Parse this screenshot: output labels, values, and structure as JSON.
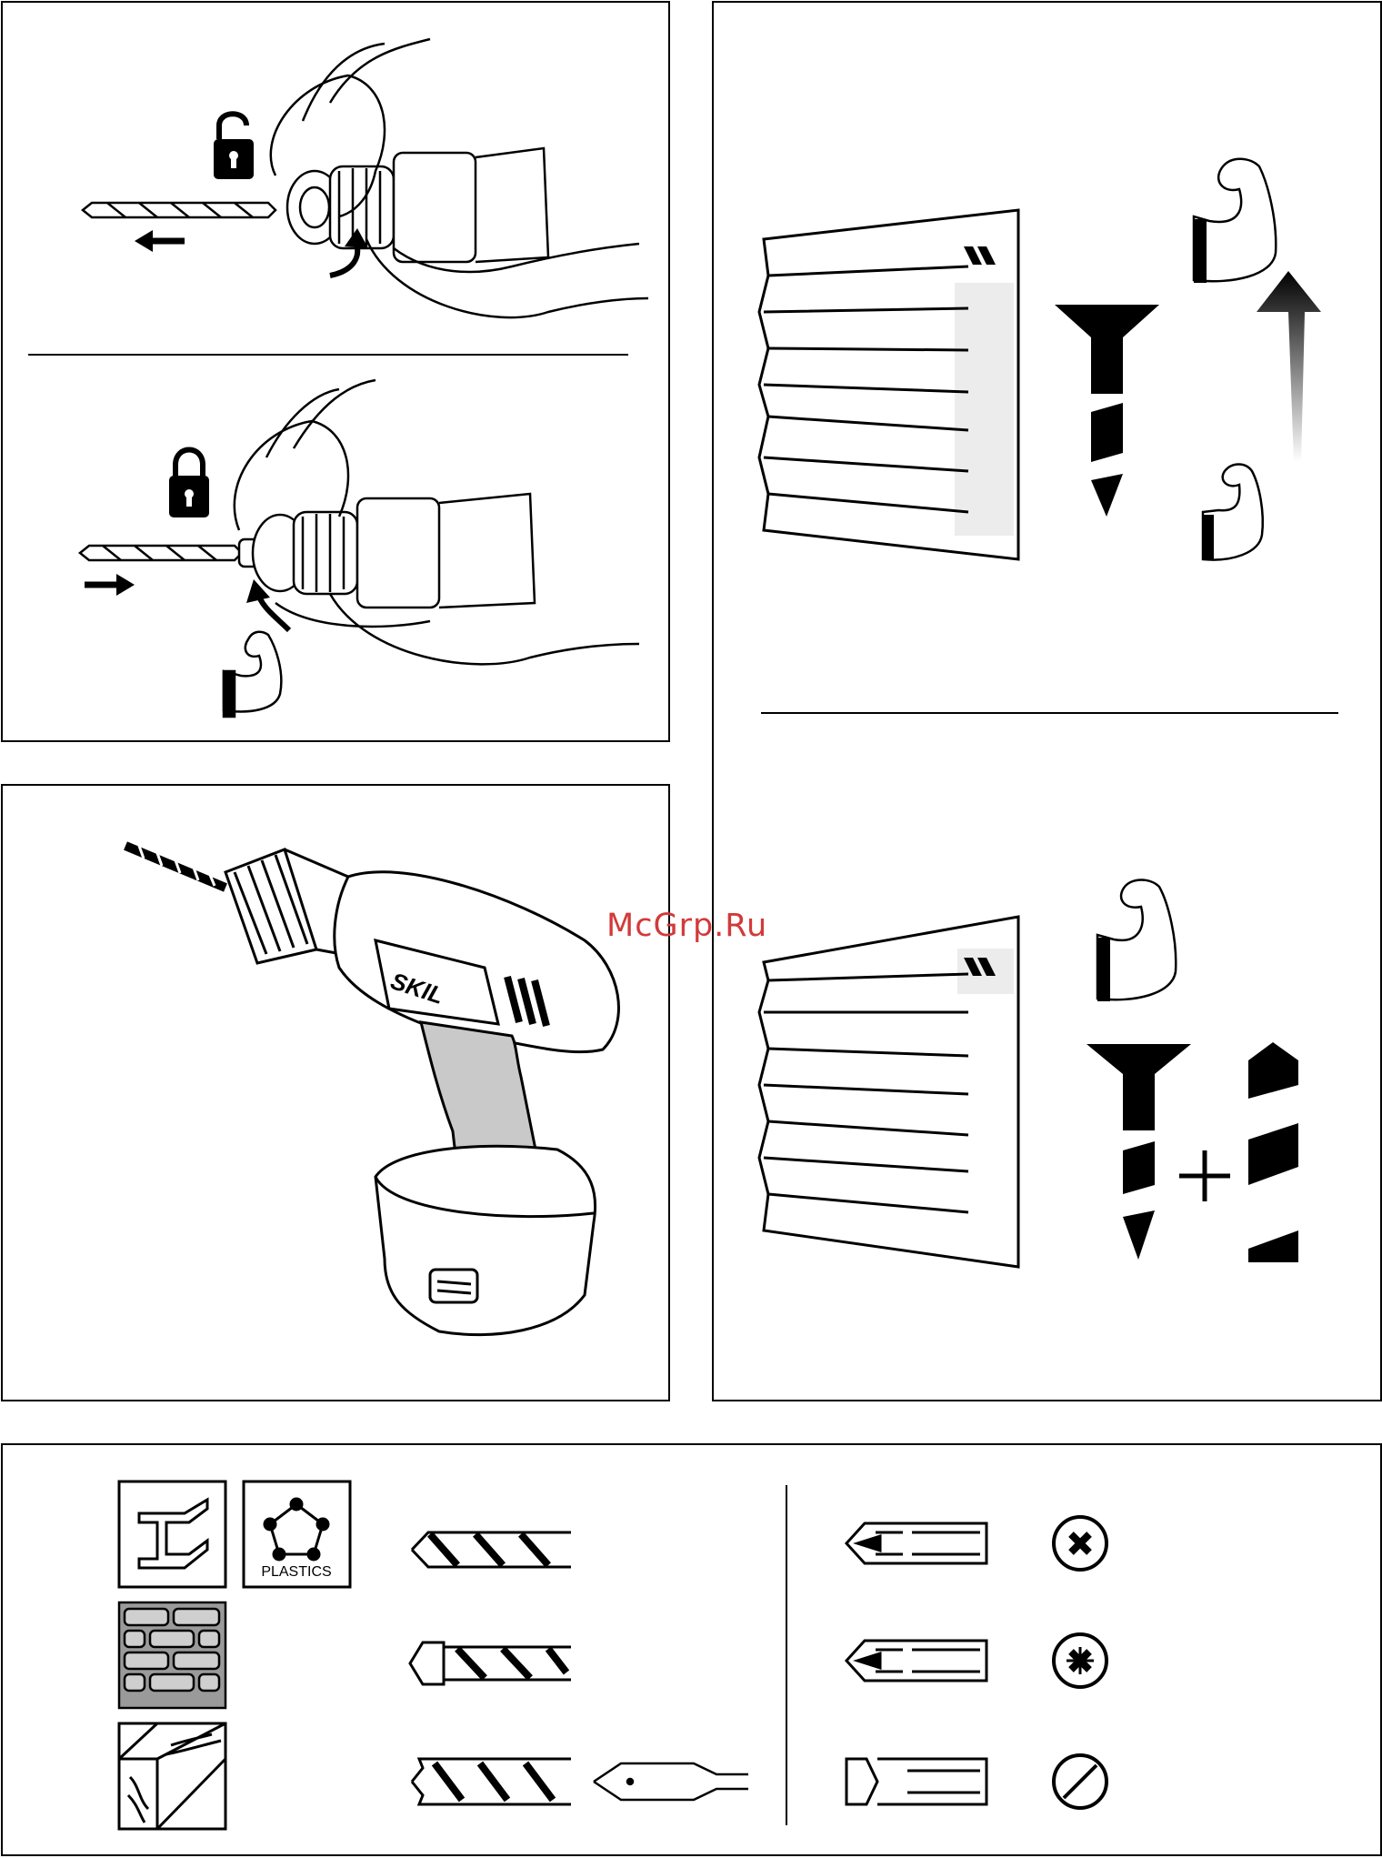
{
  "watermark": "McGrp.Ru",
  "drill_brand": "SKIL",
  "materials": {
    "plastics_label": "PLASTICS"
  },
  "colors": {
    "line": "#000000",
    "watermark": "#d23a3a",
    "fill_gray": "#cfcfcf",
    "light_gray": "#ececec"
  },
  "icons": {
    "lock_open": "padlock-open",
    "lock_closed": "padlock-closed",
    "arm": "flexed-arm",
    "screw": "countersunk-screw",
    "drill_bit": "drill-bit",
    "cross_head_phillips": "phillips",
    "cross_head_pozidriv": "pozidriv",
    "slotted_head": "slotted"
  }
}
